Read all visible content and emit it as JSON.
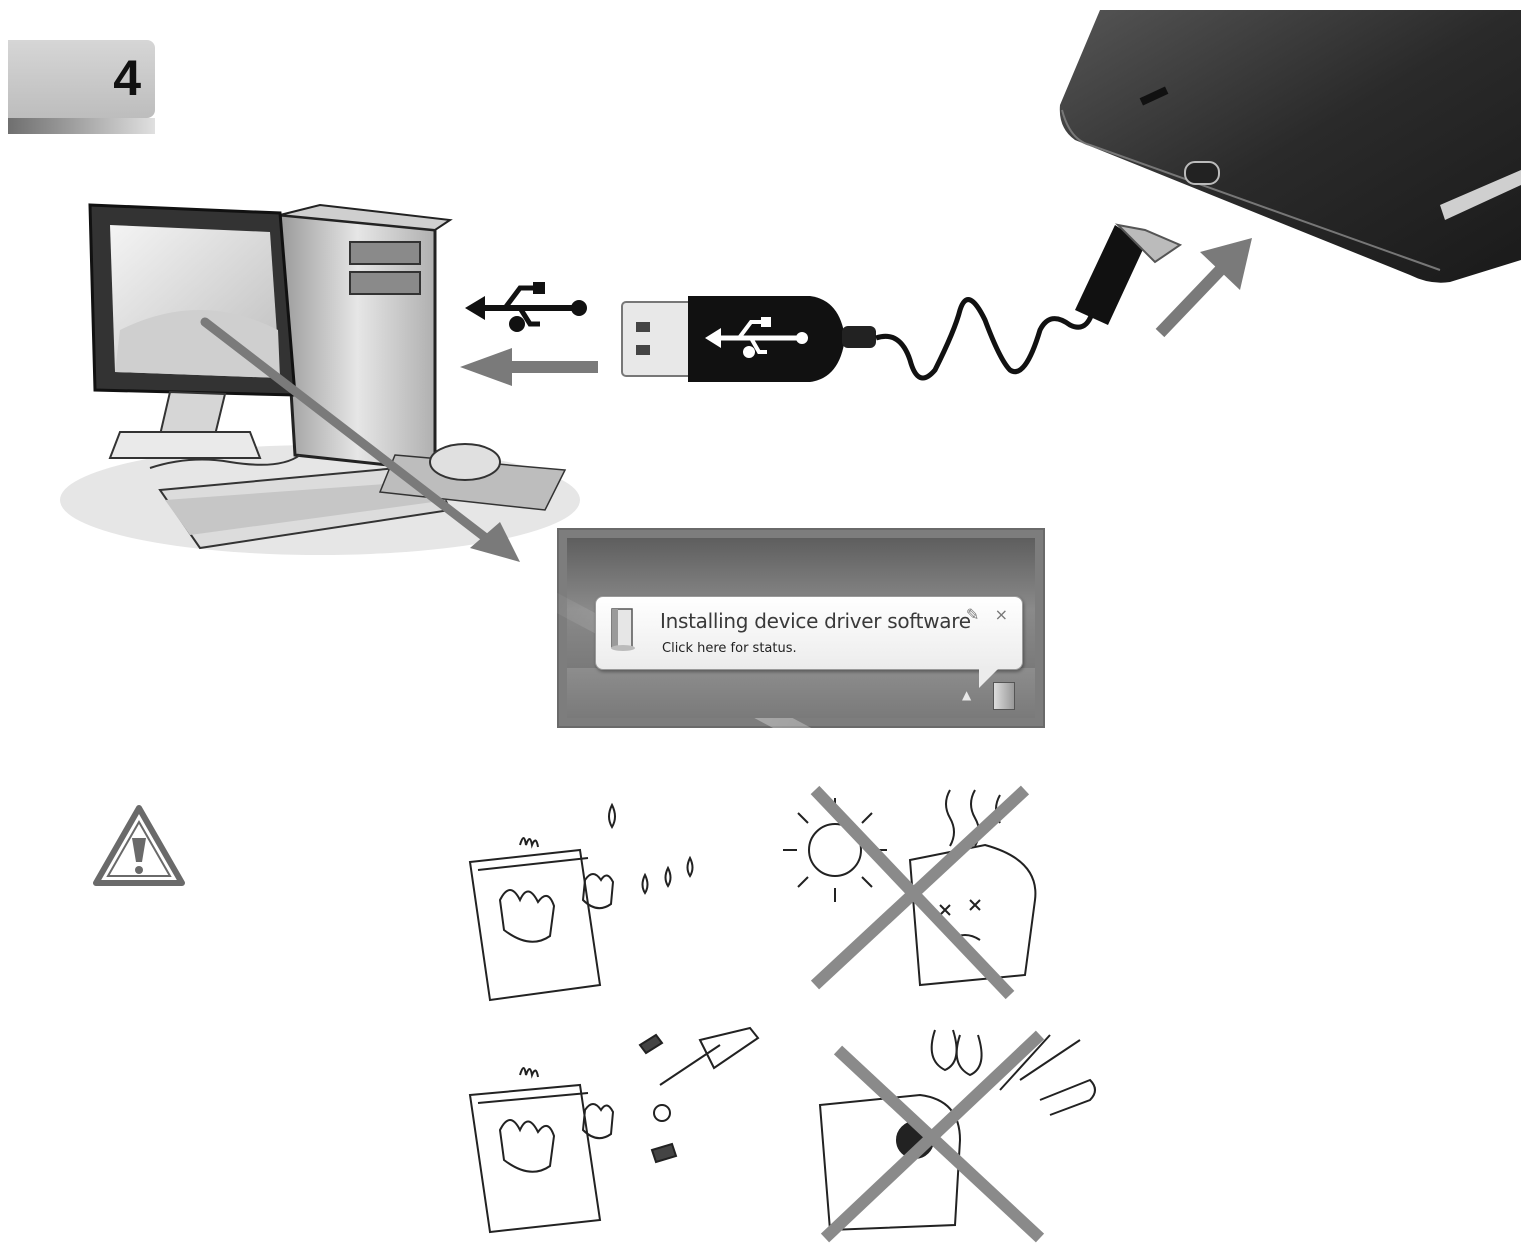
{
  "step": {
    "number": "4"
  },
  "notification": {
    "title": "Installing device driver software",
    "subtitle": "Click here for status.",
    "pin_glyph": "✎",
    "close_glyph": "×",
    "tray_arrow_glyph": "▲"
  },
  "icons": {
    "computer": "desktop-computer-illustration",
    "usb_symbol": "usb-icon",
    "cable": "usb-cable-illustration",
    "drive": "external-hard-drive-illustration",
    "warning": "warning-icon",
    "caution_drawings": [
      "handle-with-care",
      "no-heat-or-sun",
      "no-disassembly",
      "no-foreign-objects"
    ]
  }
}
